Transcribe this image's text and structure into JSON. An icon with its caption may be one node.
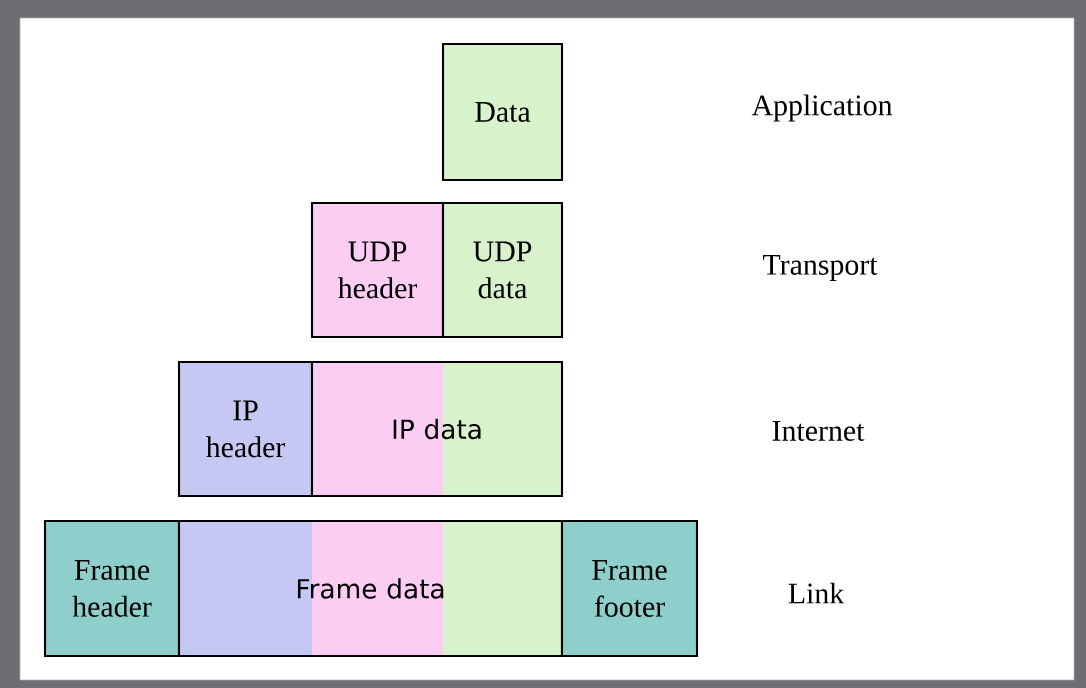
{
  "diagram": {
    "nodes": [
      {
        "text": [
          "Data"
        ]
      },
      {
        "text": [
          "UDP header"
        ]
      },
      {
        "text": [
          "UDP data"
        ]
      },
      {
        "text": [
          "IP header"
        ]
      },
      {
        "text": [
          "IP data"
        ]
      },
      {
        "text": [
          "Frame header"
        ]
      },
      {
        "text": [
          "Frame data"
        ]
      },
      {
        "text": [
          "Frame footer"
        ]
      }
    ],
    "labels": [
      "Application",
      "Transport",
      "Internet",
      "Link"
    ]
  }
}
